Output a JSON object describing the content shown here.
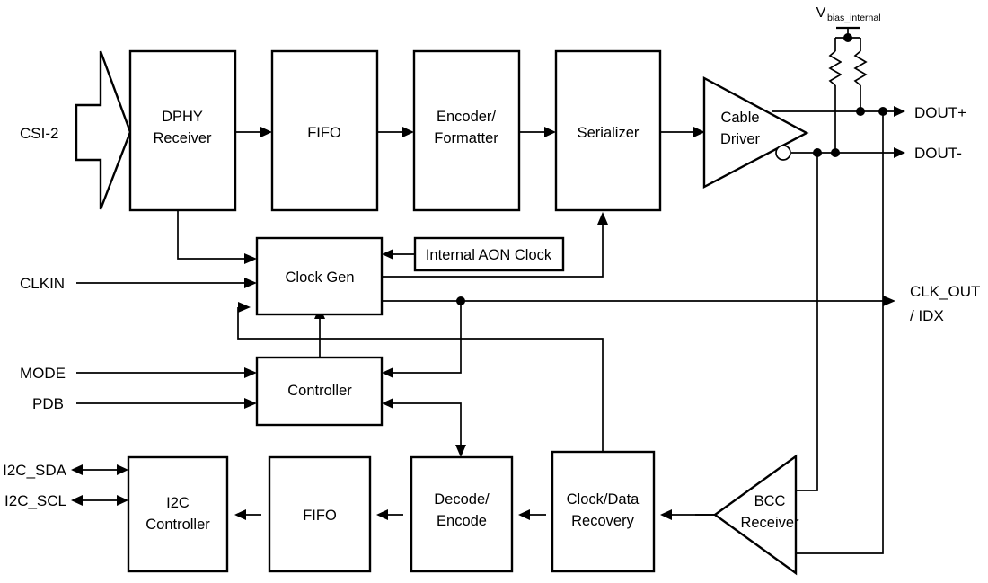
{
  "diagram": {
    "title": "Serializer block diagram",
    "type": "block-diagram",
    "background_color": "#ffffff",
    "line_color": "#000000"
  },
  "blocks": {
    "dphy_receiver": "DPHY\nReceiver",
    "dphy_receiver_l1": "DPHY",
    "dphy_receiver_l2": "Receiver",
    "fifo_top": "FIFO",
    "encoder_formatter_l1": "Encoder/",
    "encoder_formatter_l2": "Formatter",
    "serializer": "Serializer",
    "cable_driver_l1": "Cable",
    "cable_driver_l2": "Driver",
    "internal_aon_clock": "Internal AON Clock",
    "clock_gen": "Clock Gen",
    "controller": "Controller",
    "i2c_controller_l1": "I2C",
    "i2c_controller_l2": "Controller",
    "fifo_bottom": "FIFO",
    "decode_encode_l1": "Decode/",
    "decode_encode_l2": "Encode",
    "clock_data_recovery_l1": "Clock/Data",
    "clock_data_recovery_l2": "Recovery",
    "bcc_receiver_l1": "BCC",
    "bcc_receiver_l2": "Receiver"
  },
  "ports": {
    "csi2": "CSI-2",
    "clkin": "CLKIN",
    "mode": "MODE",
    "pdb": "PDB",
    "i2c_sda": "I2C_SDA",
    "i2c_scl": "I2C_SCL",
    "dout_plus": "DOUT+",
    "dout_minus": "DOUT-",
    "clk_out_l1": "CLK_OUT",
    "clk_out_l2": "/ IDX"
  },
  "supply": {
    "vbias_symbol": "V",
    "vbias_subscript": "bias_internal"
  }
}
